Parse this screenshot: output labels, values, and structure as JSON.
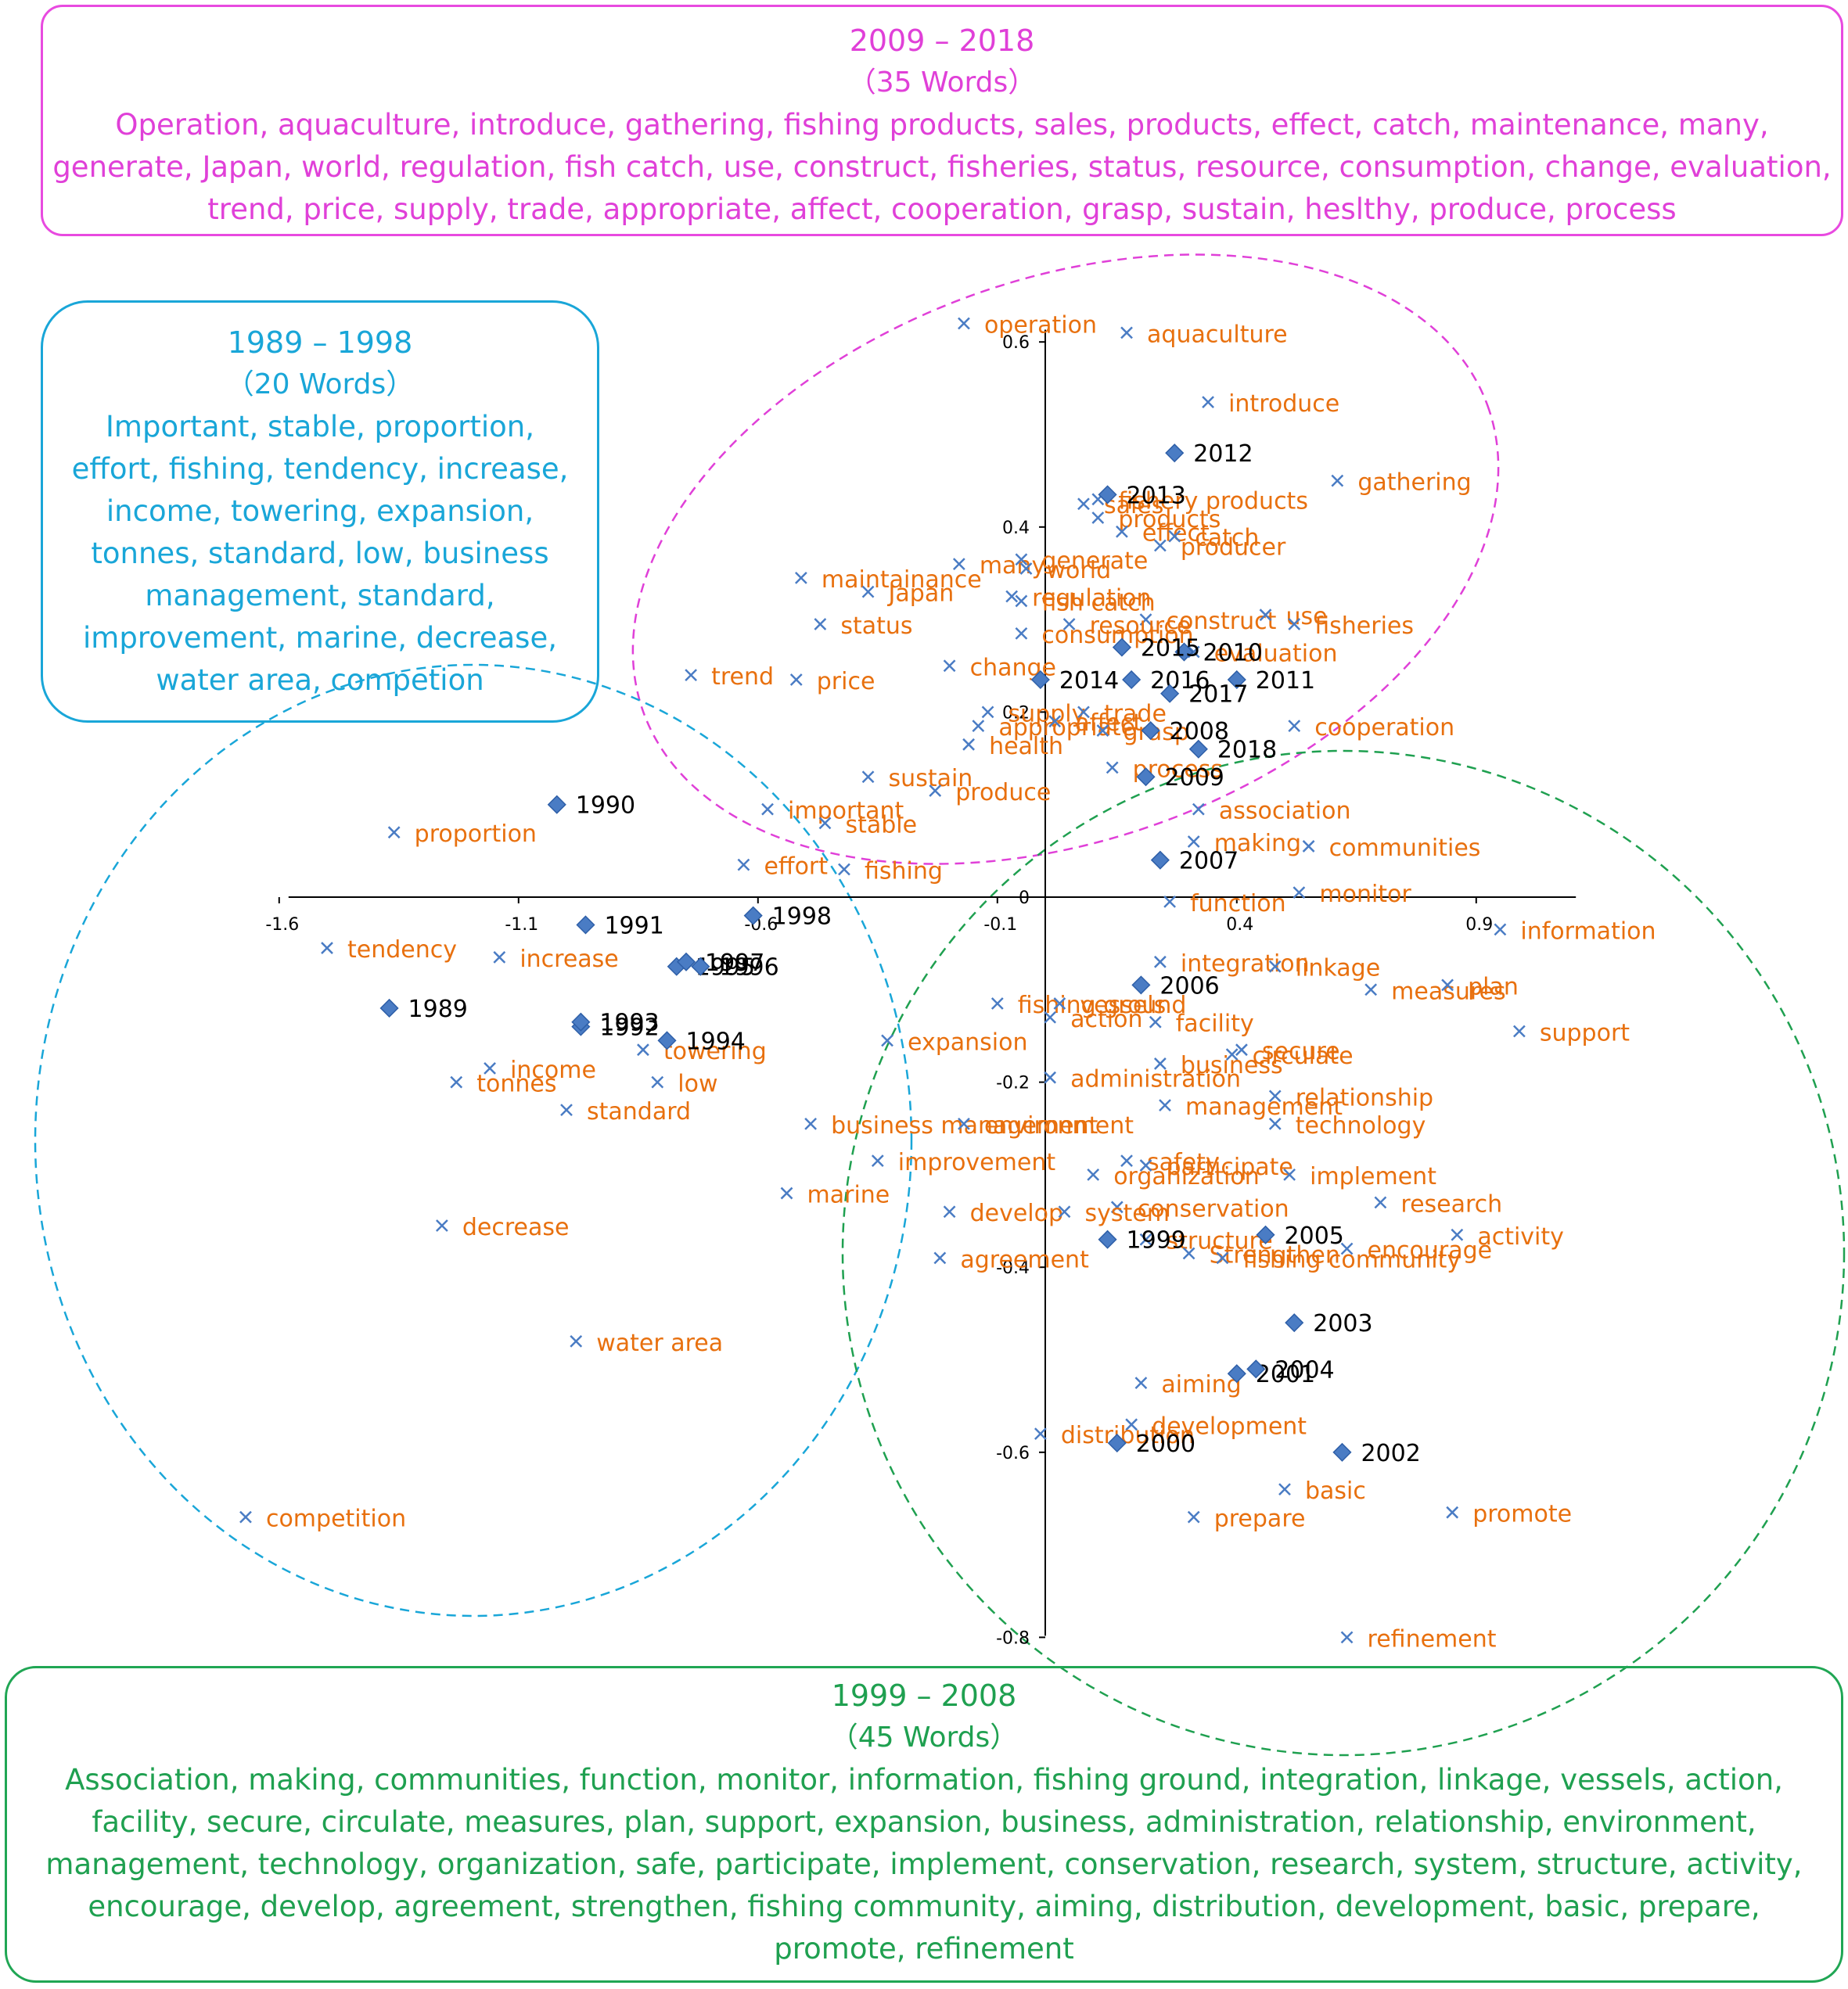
{
  "colors": {
    "group_2009_2018": "#e040d8",
    "group_1989_1998": "#19a6d8",
    "group_1999_2008": "#1fa050",
    "word_label": "#e8700e",
    "year_marker": "#4a7cc4",
    "year_label": "#000000",
    "axis": "#000000"
  },
  "groups": {
    "g2009": {
      "period": "2009 – 2018",
      "count": "（35 Words）",
      "words": "Operation, aquaculture, introduce, gathering, fishing products, sales, products, effect, catch, maintenance, many, generate, Japan, world, regulation, fish catch, use, construct, fisheries, status, resource, consumption, change, evaluation, trend, price, supply, trade, appropriate, affect, cooperation, grasp, sustain, heslthy, produce, process"
    },
    "g1989": {
      "period": "1989 – 1998",
      "count": "（20 Words）",
      "words": "Important, stable, proportion, effort, fishing, tendency, increase, income, towering, expansion, tonnes, standard, low, business management, standard, improvement, marine, decrease, water area, competion"
    },
    "g1999": {
      "period": "1999 – 2008",
      "count": "（45 Words）",
      "words": "Association, making, communities, function, monitor, information, fishing ground, integration, linkage, vessels, action, facility, secure, circulate, measures, plan, support, expansion, business, administration, relationship, environment, management, technology, organization, safe, participate, implement, conservation, research, system, structure, activity, encourage, develop, agreement, strengthen, fishing community, aiming, distribution, development, basic, prepare, promote, refinement"
    }
  },
  "chart_data": {
    "type": "scatter",
    "title": "",
    "xlabel": "",
    "ylabel": "",
    "xlim": [
      -1.6,
      1.1
    ],
    "ylim": [
      -0.8,
      0.62
    ],
    "x_ticks": [
      -1.6,
      -1.1,
      -0.6,
      -0.1,
      0.4,
      0.9
    ],
    "x_tick_labels": [
      "-1.6",
      "-1.1",
      "-0.6",
      "-0.1",
      "0.4",
      "0.9"
    ],
    "y_ticks": [
      0.6,
      0.4,
      0.2,
      0,
      -0.2,
      -0.4,
      -0.6,
      -0.8
    ],
    "y_tick_labels": [
      "0.6",
      "0.4",
      "0.2",
      "0",
      "-0.2",
      "-0.4",
      "-0.6",
      "-0.8"
    ],
    "grid": false,
    "legend": "none",
    "series": [
      {
        "marker": "diamond",
        "points": [
          {
            "label": "1989",
            "x": -1.37,
            "y": -0.12
          },
          {
            "label": "1990",
            "x": -1.02,
            "y": 0.1
          },
          {
            "label": "1991",
            "x": -0.96,
            "y": -0.03
          },
          {
            "label": "1992",
            "x": -0.97,
            "y": -0.14
          },
          {
            "label": "1993",
            "x": -0.97,
            "y": -0.135
          },
          {
            "label": "1994",
            "x": -0.79,
            "y": -0.155
          },
          {
            "label": "1995",
            "x": -0.77,
            "y": -0.075
          },
          {
            "label": "1996",
            "x": -0.72,
            "y": -0.075
          },
          {
            "label": "1997",
            "x": -0.75,
            "y": -0.07
          },
          {
            "label": "1998",
            "x": -0.61,
            "y": -0.02
          },
          {
            "label": "1999",
            "x": 0.13,
            "y": -0.37
          },
          {
            "label": "2000",
            "x": 0.15,
            "y": -0.59
          },
          {
            "label": "2001",
            "x": 0.4,
            "y": -0.515
          },
          {
            "label": "2002",
            "x": 0.62,
            "y": -0.6
          },
          {
            "label": "2003",
            "x": 0.52,
            "y": -0.46
          },
          {
            "label": "2004",
            "x": 0.44,
            "y": -0.51
          },
          {
            "label": "2005",
            "x": 0.46,
            "y": -0.365
          },
          {
            "label": "2006",
            "x": 0.2,
            "y": -0.095
          },
          {
            "label": "2007",
            "x": 0.24,
            "y": 0.04
          },
          {
            "label": "2008",
            "x": 0.22,
            "y": 0.18
          },
          {
            "label": "2009",
            "x": 0.21,
            "y": 0.13
          },
          {
            "label": "2010",
            "x": 0.29,
            "y": 0.265
          },
          {
            "label": "2011",
            "x": 0.4,
            "y": 0.235
          },
          {
            "label": "2012",
            "x": 0.27,
            "y": 0.48
          },
          {
            "label": "2013",
            "x": 0.13,
            "y": 0.435
          },
          {
            "label": "2014",
            "x": -0.01,
            "y": 0.235
          },
          {
            "label": "2015",
            "x": 0.16,
            "y": 0.27
          },
          {
            "label": "2016",
            "x": 0.18,
            "y": 0.235
          },
          {
            "label": "2017",
            "x": 0.26,
            "y": 0.22
          },
          {
            "label": "2018",
            "x": 0.32,
            "y": 0.16
          }
        ]
      },
      {
        "marker": "x",
        "points": [
          {
            "label": "operation",
            "x": -0.17,
            "y": 0.62
          },
          {
            "label": "aquaculture",
            "x": 0.17,
            "y": 0.61
          },
          {
            "label": "introduce",
            "x": 0.34,
            "y": 0.535
          },
          {
            "label": "gathering",
            "x": 0.61,
            "y": 0.45
          },
          {
            "label": "fishery products",
            "x": 0.11,
            "y": 0.43
          },
          {
            "label": "sales",
            "x": 0.08,
            "y": 0.425
          },
          {
            "label": "products",
            "x": 0.11,
            "y": 0.41
          },
          {
            "label": "effect",
            "x": 0.16,
            "y": 0.395
          },
          {
            "label": "catch",
            "x": 0.27,
            "y": 0.39
          },
          {
            "label": "producer",
            "x": 0.24,
            "y": 0.38
          },
          {
            "label": "many",
            "x": -0.18,
            "y": 0.36
          },
          {
            "label": "generate",
            "x": -0.05,
            "y": 0.365
          },
          {
            "label": "world",
            "x": -0.04,
            "y": 0.355
          },
          {
            "label": "maintainance",
            "x": -0.51,
            "y": 0.345
          },
          {
            "label": "Japan",
            "x": -0.37,
            "y": 0.33
          },
          {
            "label": "regulation",
            "x": -0.07,
            "y": 0.325
          },
          {
            "label": "fish catch",
            "x": -0.05,
            "y": 0.32
          },
          {
            "label": "construct",
            "x": 0.21,
            "y": 0.3
          },
          {
            "label": "use",
            "x": 0.46,
            "y": 0.305
          },
          {
            "label": "fisheries",
            "x": 0.52,
            "y": 0.295
          },
          {
            "label": "status",
            "x": -0.47,
            "y": 0.295
          },
          {
            "label": "consumption",
            "x": -0.05,
            "y": 0.285
          },
          {
            "label": "resource",
            "x": 0.05,
            "y": 0.295
          },
          {
            "label": "evaluation",
            "x": 0.31,
            "y": 0.265
          },
          {
            "label": "change",
            "x": -0.2,
            "y": 0.25
          },
          {
            "label": "trend",
            "x": -0.74,
            "y": 0.24
          },
          {
            "label": "price",
            "x": -0.52,
            "y": 0.235
          },
          {
            "label": "supply",
            "x": -0.12,
            "y": 0.2
          },
          {
            "label": "trade",
            "x": 0.08,
            "y": 0.2
          },
          {
            "label": "appropriate",
            "x": -0.14,
            "y": 0.185
          },
          {
            "label": "affect",
            "x": 0.02,
            "y": 0.19
          },
          {
            "label": "cooperation",
            "x": 0.52,
            "y": 0.185
          },
          {
            "label": "grasp",
            "x": 0.12,
            "y": 0.18
          },
          {
            "label": "sustain",
            "x": -0.37,
            "y": 0.13
          },
          {
            "label": "health",
            "x": -0.16,
            "y": 0.165
          },
          {
            "label": "produce",
            "x": -0.23,
            "y": 0.115
          },
          {
            "label": "process",
            "x": 0.14,
            "y": 0.14
          },
          {
            "label": "important",
            "x": -0.58,
            "y": 0.095
          },
          {
            "label": "stable",
            "x": -0.46,
            "y": 0.08
          },
          {
            "label": "association",
            "x": 0.32,
            "y": 0.095
          },
          {
            "label": "making",
            "x": 0.31,
            "y": 0.06
          },
          {
            "label": "communities",
            "x": 0.55,
            "y": 0.055
          },
          {
            "label": "proportion",
            "x": -1.36,
            "y": 0.07
          },
          {
            "label": "effort",
            "x": -0.63,
            "y": 0.035
          },
          {
            "label": "fishing",
            "x": -0.42,
            "y": 0.03
          },
          {
            "label": "monitor",
            "x": 0.53,
            "y": 0.005
          },
          {
            "label": "function",
            "x": 0.26,
            "y": -0.005
          },
          {
            "label": "information",
            "x": 0.95,
            "y": -0.035
          },
          {
            "label": "integration",
            "x": 0.24,
            "y": -0.07
          },
          {
            "label": "tendency",
            "x": -1.5,
            "y": -0.055
          },
          {
            "label": "increase",
            "x": -1.14,
            "y": -0.065
          },
          {
            "label": "linkage",
            "x": 0.48,
            "y": -0.075
          },
          {
            "label": "fishing ground",
            "x": -0.1,
            "y": -0.115
          },
          {
            "label": "vessels",
            "x": 0.03,
            "y": -0.115
          },
          {
            "label": "measures",
            "x": 0.68,
            "y": -0.1
          },
          {
            "label": "plan",
            "x": 0.84,
            "y": -0.095
          },
          {
            "label": "action",
            "x": 0.01,
            "y": -0.13
          },
          {
            "label": "facility",
            "x": 0.23,
            "y": -0.135
          },
          {
            "label": "support",
            "x": 0.99,
            "y": -0.145
          },
          {
            "label": "towering",
            "x": -0.84,
            "y": -0.165
          },
          {
            "label": "expansion",
            "x": -0.33,
            "y": -0.155
          },
          {
            "label": "secure",
            "x": 0.41,
            "y": -0.165
          },
          {
            "label": "circulate",
            "x": 0.39,
            "y": -0.17
          },
          {
            "label": "income",
            "x": -1.16,
            "y": -0.185
          },
          {
            "label": "tonnes",
            "x": -1.23,
            "y": -0.2
          },
          {
            "label": "business",
            "x": 0.24,
            "y": -0.18
          },
          {
            "label": "administration",
            "x": 0.01,
            "y": -0.195
          },
          {
            "label": "relationship",
            "x": 0.48,
            "y": -0.215
          },
          {
            "label": "low",
            "x": -0.81,
            "y": -0.2
          },
          {
            "label": "business management",
            "x": -0.49,
            "y": -0.245
          },
          {
            "label": "standard",
            "x": -1.0,
            "y": -0.23
          },
          {
            "label": "environment",
            "x": -0.17,
            "y": -0.245
          },
          {
            "label": "management",
            "x": 0.25,
            "y": -0.225
          },
          {
            "label": "technology",
            "x": 0.48,
            "y": -0.245
          },
          {
            "label": "improvement",
            "x": -0.35,
            "y": -0.285
          },
          {
            "label": "marine",
            "x": -0.54,
            "y": -0.32
          },
          {
            "label": "organization",
            "x": 0.1,
            "y": -0.3
          },
          {
            "label": "safety",
            "x": 0.17,
            "y": -0.285
          },
          {
            "label": "participate",
            "x": 0.21,
            "y": -0.29
          },
          {
            "label": "implement",
            "x": 0.51,
            "y": -0.3
          },
          {
            "label": "conservation",
            "x": 0.15,
            "y": -0.335
          },
          {
            "label": "research",
            "x": 0.7,
            "y": -0.33
          },
          {
            "label": "develop",
            "x": -0.2,
            "y": -0.34
          },
          {
            "label": "system",
            "x": 0.04,
            "y": -0.34
          },
          {
            "label": "activity",
            "x": 0.86,
            "y": -0.365
          },
          {
            "label": "decrease",
            "x": -1.26,
            "y": -0.355
          },
          {
            "label": "structure",
            "x": 0.21,
            "y": -0.37
          },
          {
            "label": "encourage",
            "x": 0.63,
            "y": -0.38
          },
          {
            "label": "agreement",
            "x": -0.22,
            "y": -0.39
          },
          {
            "label": "Strengthen",
            "x": 0.3,
            "y": -0.385
          },
          {
            "label": "fishing community",
            "x": 0.37,
            "y": -0.39
          },
          {
            "label": "water area",
            "x": -0.98,
            "y": -0.48
          },
          {
            "label": "aiming",
            "x": 0.2,
            "y": -0.525
          },
          {
            "label": "development",
            "x": 0.18,
            "y": -0.57
          },
          {
            "label": "distribution",
            "x": -0.01,
            "y": -0.58
          },
          {
            "label": "basic",
            "x": 0.5,
            "y": -0.64
          },
          {
            "label": "competition",
            "x": -1.67,
            "y": -0.67
          },
          {
            "label": "prepare",
            "x": 0.31,
            "y": -0.67
          },
          {
            "label": "promote",
            "x": 0.85,
            "y": -0.665
          },
          {
            "label": "refinement",
            "x": 0.63,
            "y": -0.8
          }
        ]
      }
    ]
  }
}
